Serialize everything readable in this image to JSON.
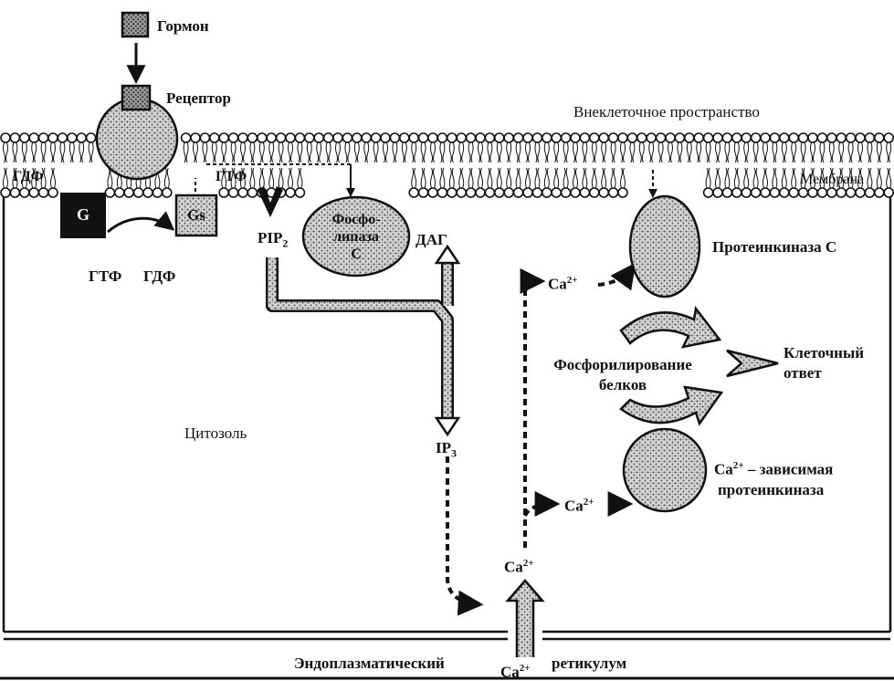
{
  "labels": {
    "hormone": "Гормон",
    "receptor": "Рецептор",
    "extracellular": "Внеклеточное пространство",
    "membrane": "Мембрана",
    "gdp_left": "ГДФ",
    "gtp_top": "ГТФ",
    "g_box": "G",
    "gs_box": "Gs",
    "gtp_bottom": "ГТФ",
    "gdp_bottom": "ГДФ",
    "pip2_main": "PIP",
    "pip2_sub": "2",
    "phospholipase_line1": "Фосфо-",
    "phospholipase_line2": "липаза",
    "phospholipase_line3": "С",
    "dag": "ДАГ",
    "ip3_main": "IP",
    "ip3_sub": "3",
    "cytosol": "Цитозоль",
    "protein_kinase_c": "Протеинкиназа С",
    "ca_upper_main": "Ca",
    "ca_upper_sup": "2+",
    "phosphorylation_line1": "Фосфорилирование",
    "phosphorylation_line2": "белков",
    "cell_response_line1": "Клеточный",
    "cell_response_line2": "ответ",
    "ca_lower_main": "Ca",
    "ca_lower_sup": "2+",
    "ca_dependent_line1_main": "Ca",
    "ca_dependent_line1_sup": "2+",
    "ca_dependent_line1_rest": " – зависимая",
    "ca_dependent_line2": "протеинкиназа",
    "ca_center_main": "Ca",
    "ca_center_sup": "2+",
    "er_left": "Эндоплазматический",
    "er_right": "ретикулум",
    "ca_bottom_main": "Ca",
    "ca_bottom_sup": "2+"
  },
  "icons": {
    "hormone": "hormone-square-icon",
    "receptor": "receptor-sphere-icon",
    "phospholipase": "phospholipase-ellipse-icon",
    "protein_kinase_c": "protein-kinase-c-ellipse-icon",
    "ca_kinase": "ca-dependent-kinase-sphere-icon"
  },
  "colors": {
    "ink": "#111111",
    "background": "#ffffff",
    "stipple": "#8a8a8a"
  }
}
